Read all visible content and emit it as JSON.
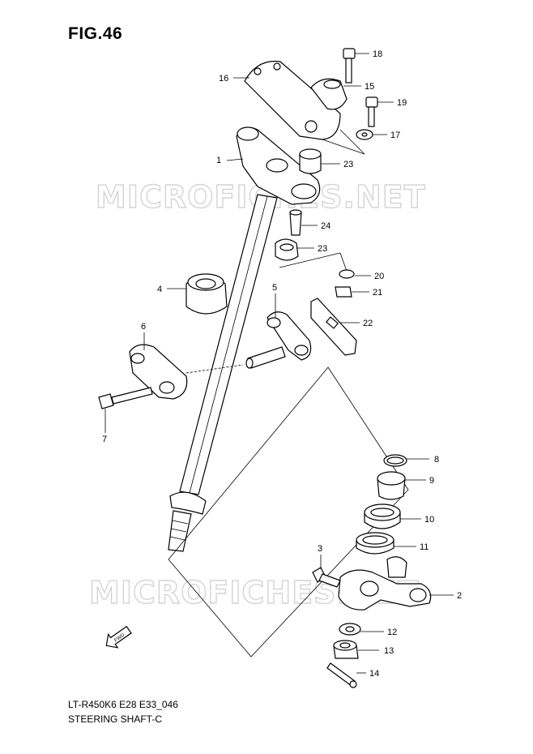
{
  "figure": {
    "title": "FIG.46",
    "code": "LT-R450K6 E28 E33_046",
    "name": "STEERING SHAFT-C",
    "watermark": "MICROFICHES.NET",
    "fwd_label": "FWD"
  },
  "callouts": [
    {
      "id": "1",
      "label": "1"
    },
    {
      "id": "2",
      "label": "2"
    },
    {
      "id": "3",
      "label": "3"
    },
    {
      "id": "4",
      "label": "4"
    },
    {
      "id": "5",
      "label": "5"
    },
    {
      "id": "6",
      "label": "6"
    },
    {
      "id": "7",
      "label": "7"
    },
    {
      "id": "8",
      "label": "8"
    },
    {
      "id": "9",
      "label": "9"
    },
    {
      "id": "10",
      "label": "10"
    },
    {
      "id": "11",
      "label": "11"
    },
    {
      "id": "12",
      "label": "12"
    },
    {
      "id": "13",
      "label": "13"
    },
    {
      "id": "14",
      "label": "14"
    },
    {
      "id": "15",
      "label": "15"
    },
    {
      "id": "16",
      "label": "16"
    },
    {
      "id": "17",
      "label": "17"
    },
    {
      "id": "18",
      "label": "18"
    },
    {
      "id": "19",
      "label": "19"
    },
    {
      "id": "20",
      "label": "20"
    },
    {
      "id": "21",
      "label": "21"
    },
    {
      "id": "22",
      "label": "22"
    },
    {
      "id": "23a",
      "label": "23"
    },
    {
      "id": "23b",
      "label": "23"
    },
    {
      "id": "24",
      "label": "24"
    }
  ]
}
